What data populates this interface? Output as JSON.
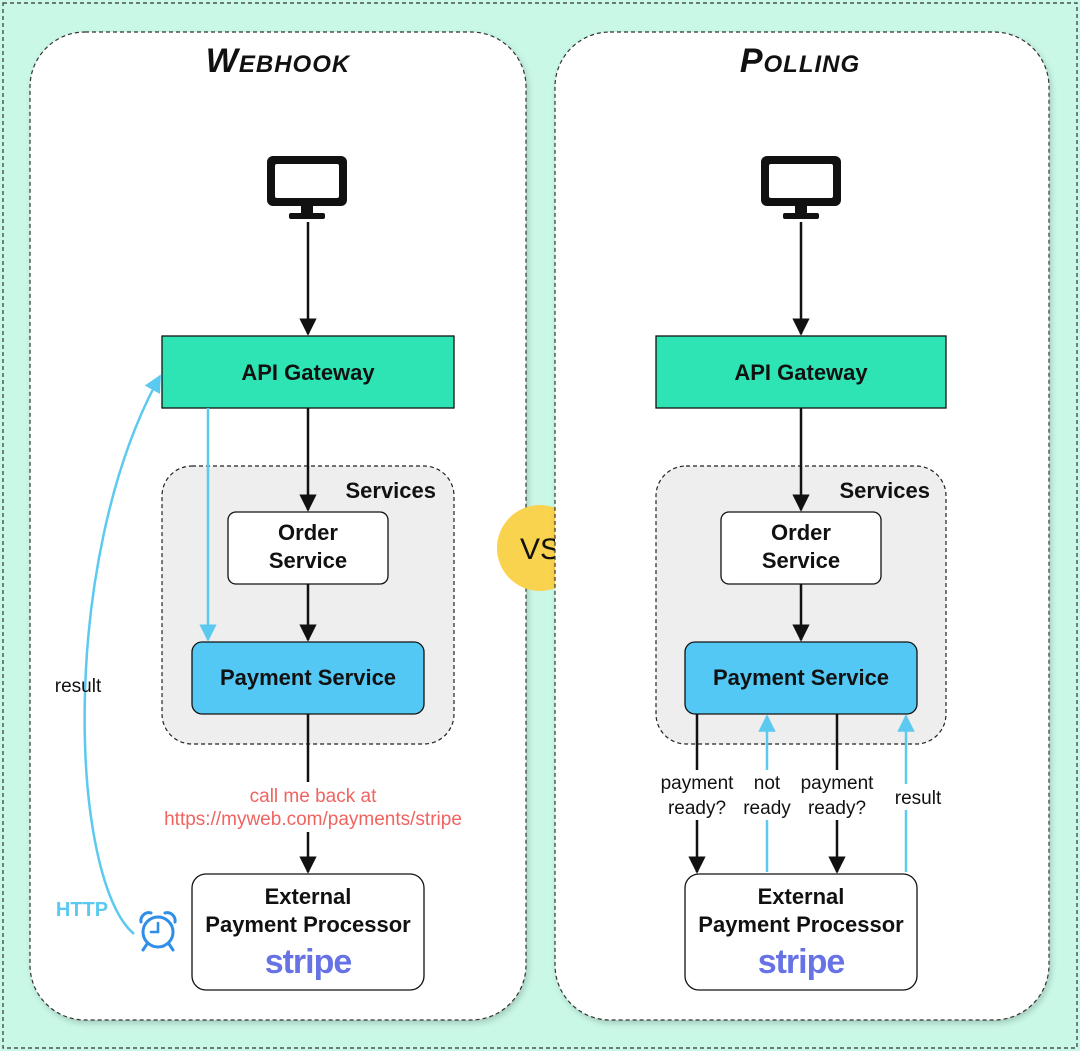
{
  "webhook": {
    "title": "Webhook",
    "api_gateway": "API Gateway",
    "services_label": "Services",
    "order_service": [
      "Order",
      "Service"
    ],
    "payment_service": "Payment Service",
    "callback_text": [
      "call me back at",
      "https://myweb.com/payments/stripe"
    ],
    "result_label": "result",
    "http_label": "HTTP",
    "processor": [
      "External",
      "Payment Processor"
    ],
    "stripe_logo": "stripe"
  },
  "vs_label": "VS",
  "polling": {
    "title": "Polling",
    "api_gateway": "API Gateway",
    "services_label": "Services",
    "order_service": [
      "Order",
      "Service"
    ],
    "payment_service": "Payment Service",
    "arrow_labels": [
      [
        "payment",
        "ready?"
      ],
      [
        "not",
        "ready"
      ],
      [
        "payment",
        "ready?"
      ],
      [
        "result"
      ]
    ],
    "processor": [
      "External",
      "Payment Processor"
    ],
    "stripe_logo": "stripe"
  },
  "colors": {
    "background": "#c9f8e6",
    "panel": "#ffffff",
    "gateway": "#2ee4b4",
    "payment_service": "#53c8f5",
    "services_group": "#eeeeee",
    "vs_badge": "#f9d24e",
    "callback_text": "#ef6461",
    "blue_arrow": "#5ccaf0",
    "stripe": "#6772e5"
  },
  "icons": {
    "client": "monitor-icon",
    "timer": "alarm-clock-icon"
  }
}
